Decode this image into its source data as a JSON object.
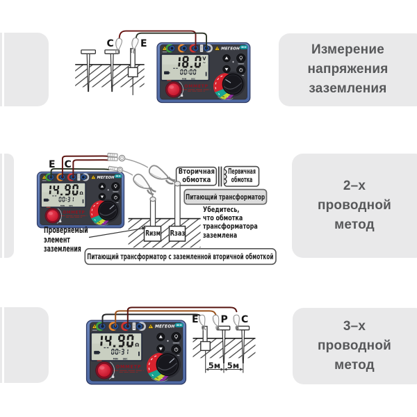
{
  "panels": {
    "right": [
      {
        "title": "Измерение\nнапряжения\nзаземления"
      },
      {
        "title": "2–х\nпроводной\nметод"
      },
      {
        "title": "3–х\nпроводной\nметод"
      }
    ]
  },
  "meter": {
    "brand": "МЕГЕОН",
    "name": "ОММЕТР",
    "lcd_min_label": "MIN",
    "lcd_sec_label": "SEC"
  },
  "bands": [
    {
      "probe_labels": {
        "c": "C",
        "e": "E"
      },
      "lcd": {
        "value": "18.0",
        "unit": "V",
        "wave": "~",
        "timer": "00:00"
      }
    },
    {
      "probe_labels": {
        "e": "E",
        "c": "C"
      },
      "lcd": {
        "value": "14.90",
        "unit": "Ω",
        "timer": "00:31"
      },
      "texts": {
        "secondary_winding": "Вторичная\nобмотка",
        "primary_winding": "Первичная\nобмотка",
        "supply_transformer": "Питающий трансформатор",
        "note": "Убедитесь,\nчто обмотка\nтрансформатора\nзаземлена",
        "tested_element": "Проверяемый\nэлемент\nзаземления",
        "r_measured": "Rизм",
        "r_ground": "Rзаз",
        "caption": "Питающий трансформатор с заземленной вторичной обмоткой"
      }
    },
    {
      "probe_labels": {
        "e": "E",
        "p": "P",
        "c": "C"
      },
      "lcd": {
        "value": "14.90",
        "unit": "Ω",
        "timer": "00:31"
      },
      "distances": [
        "5м",
        "5м"
      ]
    }
  ],
  "colors": {
    "panel_bg": "#e9e9ea",
    "panel_text": "#57585a",
    "meter_body": "#5b77b0",
    "meter_face": "#393b42",
    "lcd_bg": "#c9cfc1",
    "button_red": "#d21f33",
    "dial_red": "#d8232e",
    "dial_teal": "#18a492",
    "dial_yellow": "#c3d435",
    "dial_violet": "#8c2d9c",
    "badge_teal": "#1b9aa3",
    "brand_maroon": "#8e1521",
    "wire_dark_red": "#601815",
    "wire_black": "#2a3322",
    "wire_orange": "#a85a20"
  }
}
